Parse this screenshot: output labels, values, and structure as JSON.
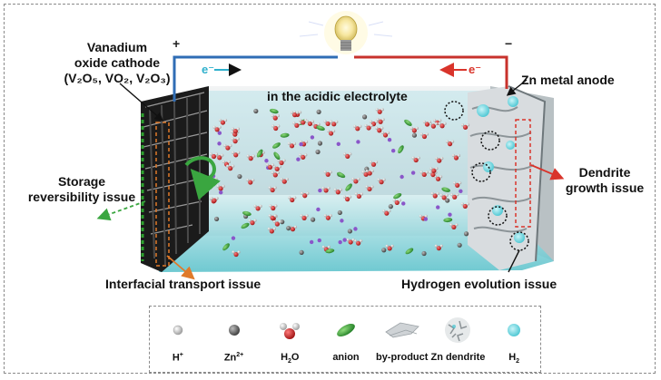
{
  "diagram": {
    "labels": {
      "cathode_line1": "Vanadium",
      "cathode_line2": "oxide cathode",
      "cathode_line3": "(V₂O₅, VO₂, V₂O₃)",
      "electrolyte": "in the acidic electrolyte",
      "anode": "Zn metal anode",
      "storage_line1": "Storage",
      "storage_line2": "reversibility issue",
      "dendrite_line1": "Dendrite",
      "dendrite_line2": "growth issue",
      "interfacial": "Interfacial transport issue",
      "hydrogen": "Hydrogen evolution issue",
      "plus": "+",
      "minus": "−",
      "electron_left": "e⁻",
      "electron_right": "e⁻"
    },
    "colors": {
      "wire_positive": "#2f6db5",
      "wire_negative": "#c8322c",
      "electrolyte": "#7fd0d8",
      "h2": "#6fd3de",
      "storage_arrow": "#3aa640",
      "dendrite_arrow": "#d9342b",
      "interfacial_arrow": "#e07a2a"
    }
  },
  "legend": {
    "items": [
      {
        "key": "h_plus",
        "label_main": "H",
        "label_sup": "+",
        "label_sub": "",
        "label_rest": "",
        "icon": "white-sphere-icon"
      },
      {
        "key": "zn",
        "label_main": "Zn",
        "label_sup": "2+",
        "label_sub": "",
        "label_rest": "",
        "icon": "gray-sphere-icon"
      },
      {
        "key": "h2o",
        "label_main": "H",
        "label_sup": "",
        "label_sub": "2",
        "label_rest": "O",
        "icon": "water-molecule-icon"
      },
      {
        "key": "anion",
        "label_main": "anion",
        "label_sup": "",
        "label_sub": "",
        "label_rest": "",
        "icon": "green-ellipse-icon"
      },
      {
        "key": "byproduct",
        "label_main": "by-product",
        "label_sup": "",
        "label_sub": "",
        "label_rest": "",
        "icon": "flake-icon"
      },
      {
        "key": "dendrite",
        "label_main": "Zn dendrite",
        "label_sup": "",
        "label_sub": "",
        "label_rest": "",
        "icon": "dendrite-icon"
      },
      {
        "key": "h2",
        "label_main": "H",
        "label_sup": "",
        "label_sub": "2",
        "label_rest": "",
        "icon": "cyan-sphere-icon"
      }
    ]
  }
}
